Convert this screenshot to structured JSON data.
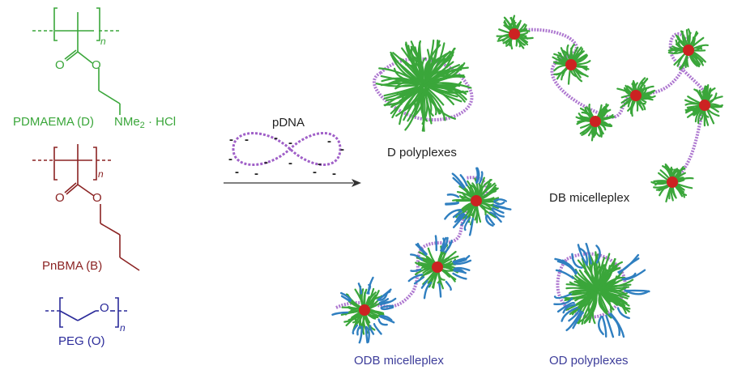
{
  "polymers": {
    "pdmaema": {
      "name": "PDMAEMA (D)",
      "repeat_subscript": "n",
      "side_amine": "NMe",
      "side_amine_sub": "2",
      "side_salt": "· HCl",
      "ester_o1": "O",
      "ester_o2": "O",
      "color": "#3aa63a"
    },
    "pnbma": {
      "name": "PnBMA (B)",
      "repeat_subscript": "n",
      "ester_o1": "O",
      "ester_o2": "O",
      "color": "#8b2323"
    },
    "peg": {
      "name": "PEG (O)",
      "repeat_subscript": "n",
      "oxygen": "O",
      "color": "#2b2b9a"
    }
  },
  "arrow": {
    "label": "pDNA",
    "charge_symbol": "-"
  },
  "complexes": {
    "d_polyplexes": "D polyplexes",
    "db_micelleplex": "DB micelleplex",
    "odb_micelleplex": "ODB micelleplex",
    "od_polyplexes": "OD polyplexes"
  },
  "colors": {
    "dna": "#a060c8",
    "pdmaema": "#3aa63a",
    "core": "#cc2222",
    "peg": "#2f7fc0",
    "text_dark": "#222222",
    "text_blue": "#3d3d9a"
  }
}
